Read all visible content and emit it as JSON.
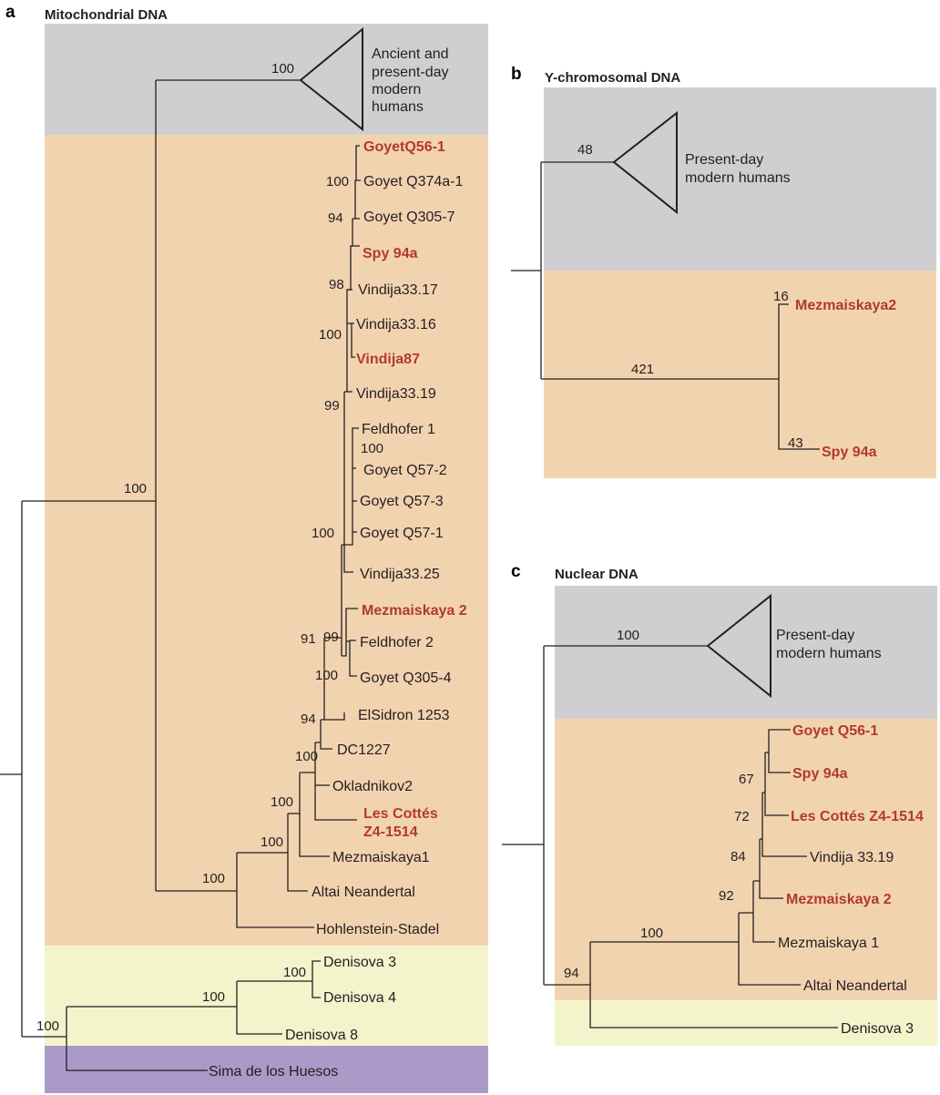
{
  "colors": {
    "modern_humans_bg": "#cfcfd1",
    "neandertal_bg": "#f2d3b0",
    "denisova_bg": "#f3f4cc",
    "sima_bg": "#ab9ac8",
    "highlight_text": "#b03a2e",
    "line": "#231f20"
  },
  "panel_a": {
    "letter": "a",
    "title": "Mitochondrial DNA",
    "collapsed_clade": [
      "Ancient and",
      "present-day",
      "modern",
      "humans"
    ],
    "leaves": {
      "goyet_q56_1": "GoyetQ56-1",
      "goyet_q374a_1": "Goyet Q374a-1",
      "goyet_q305_7": "Goyet Q305-7",
      "spy_94a": "Spy 94a",
      "vindija33_17": "Vindija33.17",
      "vindija33_16": "Vindija33.16",
      "vindija87": "Vindija87",
      "vindija33_19": "Vindija33.19",
      "feldhofer_1": "Feldhofer 1",
      "goyet_q57_2": "Goyet Q57-2",
      "goyet_q57_3": "Goyet Q57-3",
      "goyet_q57_1": "Goyet Q57-1",
      "vindija33_25": "Vindija33.25",
      "mezmaiskaya_2": "Mezmaiskaya 2",
      "feldhofer_2": "Feldhofer 2",
      "goyet_q305_4": "Goyet Q305-4",
      "elsidron_1253": "ElSidron 1253",
      "dc1227": "DC1227",
      "okladnikov2": "Okladnikov2",
      "les_cottes_1": "Les Cottés",
      "les_cottes_2": "Z4-1514",
      "mezmaiskaya1": "Mezmaiskaya1",
      "altai": "Altai Neandertal",
      "hohlenstein": "Hohlenstein-Stadel",
      "denisova_3": "Denisova 3",
      "denisova_4": "Denisova 4",
      "denisova_8": "Denisova 8",
      "sima": "Sima de los Huesos"
    },
    "support": {
      "modern": "100",
      "goyet_q374a": "100",
      "goyet_q305_7": "94",
      "vindija33_17": "98",
      "vindija33_16": "100",
      "vindija33_19": "99",
      "feldhofer_1": "100",
      "goyet_q57_1": "100",
      "feldhofer_2": "99",
      "goyet_q305_4": "100",
      "mezmaiskaya_clade": "91",
      "elsidron": "94",
      "dc1227": "100",
      "les_cottes": "100",
      "mezmaiskaya1": "100",
      "hohlenstein": "100",
      "human_neandertal": "100",
      "denisova_34": "100",
      "denisova_all": "100",
      "denisova_sima": "100"
    }
  },
  "panel_b": {
    "letter": "b",
    "title": "Y-chromosomal DNA",
    "collapsed_clade": [
      "Present-day",
      "modern humans"
    ],
    "leaves": {
      "mezmaiskaya2": "Mezmaiskaya2",
      "spy_94a": "Spy 94a"
    },
    "support": {
      "modern": "48",
      "neandertal": "421",
      "mezmaiskaya2": "16",
      "spy_94a": "43"
    }
  },
  "panel_c": {
    "letter": "c",
    "title": "Nuclear DNA",
    "collapsed_clade": [
      "Present-day",
      "modern humans"
    ],
    "leaves": {
      "goyet_q56_1": "Goyet Q56-1",
      "spy_94a": "Spy 94a",
      "les_cottes": "Les Cottés Z4-1514",
      "vindija_33_19": "Vindija 33.19",
      "mezmaiskaya_2": "Mezmaiskaya 2",
      "mezmaiskaya_1": "Mezmaiskaya 1",
      "altai": "Altai Neandertal",
      "denisova_3": "Denisova 3"
    },
    "support": {
      "modern": "100",
      "spy": "67",
      "les_cottes": "72",
      "vindija": "84",
      "mezmaiskaya_2": "92",
      "neandertal": "100",
      "archaic": "94"
    }
  }
}
